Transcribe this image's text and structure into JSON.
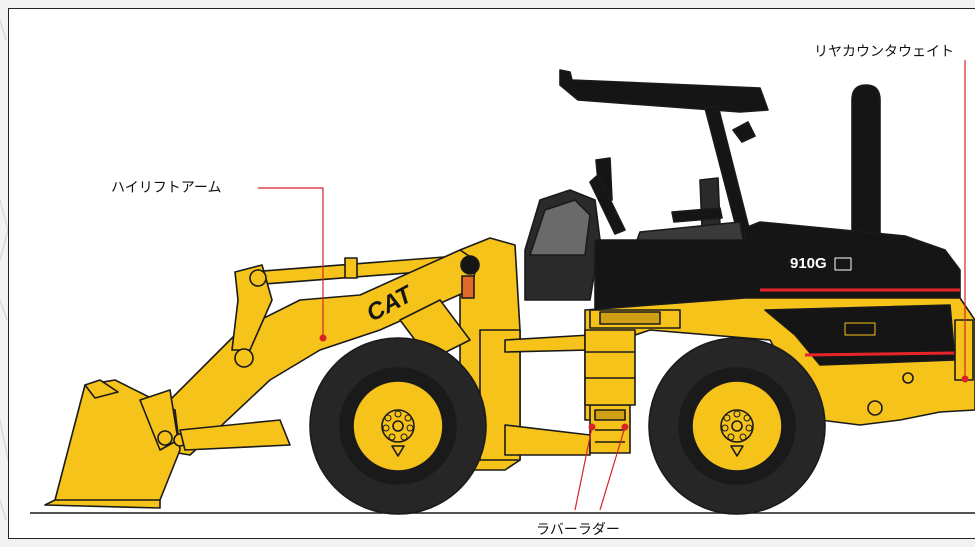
{
  "labels": {
    "high_lift_arm": "ハイリフトアーム",
    "rear_counterweight": "リヤカウンタウェイト",
    "rubber_ladder": "ラバーラダー"
  },
  "machine": {
    "brand_logo": "CAT",
    "model": "910G"
  },
  "colors": {
    "body_yellow": "#f6c31b",
    "outline": "#1a1a1a",
    "cab_black": "#151515",
    "tire": "#262626",
    "accent_red": "#e8232a",
    "leader_line": "#d8232a"
  }
}
